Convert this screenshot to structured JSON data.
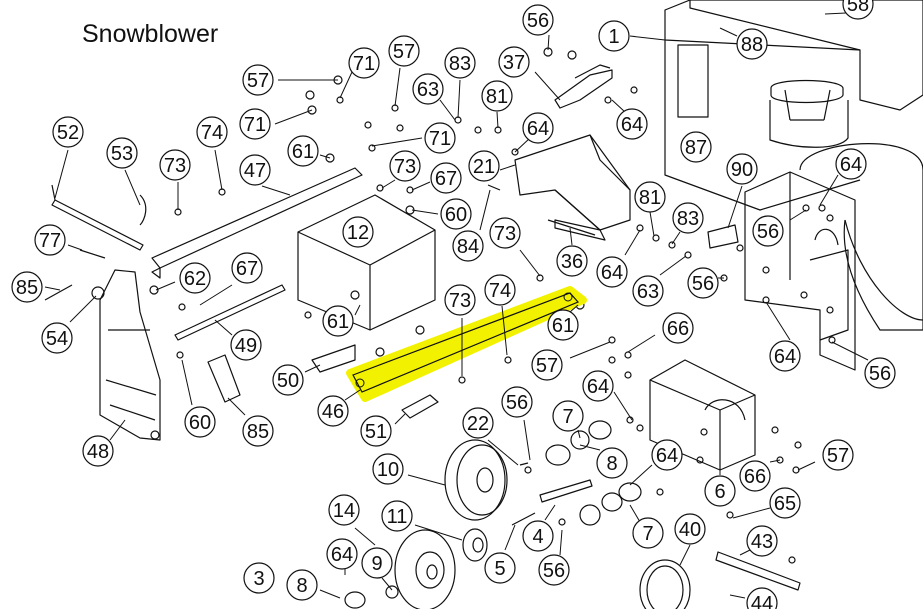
{
  "title": "Snowblower",
  "colors": {
    "highlight": "#f2f200",
    "line": "#111111",
    "background": "#ffffff"
  },
  "highlighted_part": "46",
  "callouts": [
    {
      "id": "c-58",
      "label": "58"
    },
    {
      "id": "c-56a",
      "label": "56"
    },
    {
      "id": "c-1",
      "label": "1"
    },
    {
      "id": "c-88",
      "label": "88"
    },
    {
      "id": "c-57a",
      "label": "57"
    },
    {
      "id": "c-71a",
      "label": "71"
    },
    {
      "id": "c-57b",
      "label": "57"
    },
    {
      "id": "c-83a",
      "label": "83"
    },
    {
      "id": "c-37",
      "label": "37"
    },
    {
      "id": "c-63a",
      "label": "63"
    },
    {
      "id": "c-81a",
      "label": "81"
    },
    {
      "id": "c-64a",
      "label": "64"
    },
    {
      "id": "c-64b",
      "label": "64"
    },
    {
      "id": "c-87",
      "label": "87"
    },
    {
      "id": "c-71b",
      "label": "71"
    },
    {
      "id": "c-71c",
      "label": "71"
    },
    {
      "id": "c-52",
      "label": "52"
    },
    {
      "id": "c-74a",
      "label": "74"
    },
    {
      "id": "c-61a",
      "label": "61"
    },
    {
      "id": "c-53",
      "label": "53"
    },
    {
      "id": "c-73a",
      "label": "73"
    },
    {
      "id": "c-47",
      "label": "47"
    },
    {
      "id": "c-73b",
      "label": "73"
    },
    {
      "id": "c-21",
      "label": "21"
    },
    {
      "id": "c-67a",
      "label": "67"
    },
    {
      "id": "c-64c",
      "label": "64"
    },
    {
      "id": "c-90",
      "label": "90"
    },
    {
      "id": "c-60a",
      "label": "60"
    },
    {
      "id": "c-12",
      "label": "12"
    },
    {
      "id": "c-81b",
      "label": "81"
    },
    {
      "id": "c-83b",
      "label": "83"
    },
    {
      "id": "c-84",
      "label": "84"
    },
    {
      "id": "c-73c",
      "label": "73"
    },
    {
      "id": "c-56b",
      "label": "56"
    },
    {
      "id": "c-77",
      "label": "77"
    },
    {
      "id": "c-62",
      "label": "62"
    },
    {
      "id": "c-67b",
      "label": "67"
    },
    {
      "id": "c-36",
      "label": "36"
    },
    {
      "id": "c-64d",
      "label": "64"
    },
    {
      "id": "c-63b",
      "label": "63"
    },
    {
      "id": "c-56c",
      "label": "56"
    },
    {
      "id": "c-85a",
      "label": "85"
    },
    {
      "id": "c-54",
      "label": "54"
    },
    {
      "id": "c-73d",
      "label": "73"
    },
    {
      "id": "c-74b",
      "label": "74"
    },
    {
      "id": "c-61b",
      "label": "61"
    },
    {
      "id": "c-61c",
      "label": "61"
    },
    {
      "id": "c-49",
      "label": "49"
    },
    {
      "id": "c-66a",
      "label": "66"
    },
    {
      "id": "c-57c",
      "label": "57"
    },
    {
      "id": "c-64e",
      "label": "64"
    },
    {
      "id": "c-50",
      "label": "50"
    },
    {
      "id": "c-56d",
      "label": "56"
    },
    {
      "id": "c-64f",
      "label": "64"
    },
    {
      "id": "c-46",
      "label": "46"
    },
    {
      "id": "c-48",
      "label": "48"
    },
    {
      "id": "c-60b",
      "label": "60"
    },
    {
      "id": "c-85b",
      "label": "85"
    },
    {
      "id": "c-51",
      "label": "51"
    },
    {
      "id": "c-22",
      "label": "22"
    },
    {
      "id": "c-56e",
      "label": "56"
    },
    {
      "id": "c-7a",
      "label": "7"
    },
    {
      "id": "c-8a",
      "label": "8"
    },
    {
      "id": "c-64g",
      "label": "64"
    },
    {
      "id": "c-66b",
      "label": "66"
    },
    {
      "id": "c-57d",
      "label": "57"
    },
    {
      "id": "c-10",
      "label": "10"
    },
    {
      "id": "c-6",
      "label": "6"
    },
    {
      "id": "c-65",
      "label": "65"
    },
    {
      "id": "c-14",
      "label": "14"
    },
    {
      "id": "c-11",
      "label": "11"
    },
    {
      "id": "c-4",
      "label": "4"
    },
    {
      "id": "c-7b",
      "label": "7"
    },
    {
      "id": "c-40",
      "label": "40"
    },
    {
      "id": "c-43",
      "label": "43"
    },
    {
      "id": "c-64h",
      "label": "64"
    },
    {
      "id": "c-9",
      "label": "9"
    },
    {
      "id": "c-5",
      "label": "5"
    },
    {
      "id": "c-56f",
      "label": "56"
    },
    {
      "id": "c-3",
      "label": "3"
    },
    {
      "id": "c-8b",
      "label": "8"
    },
    {
      "id": "c-44",
      "label": "44"
    }
  ]
}
